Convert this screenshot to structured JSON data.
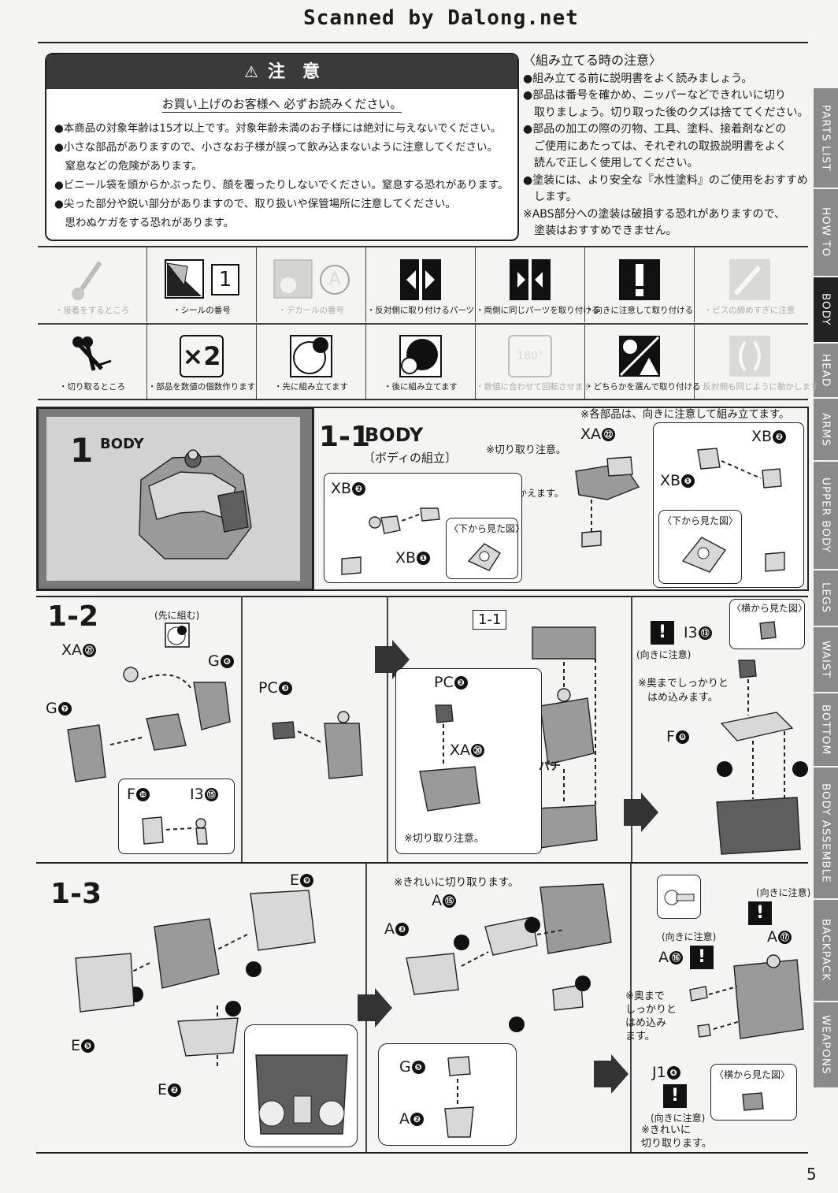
{
  "header": {
    "scan_credit": "Scanned by Dalong.net"
  },
  "caution": {
    "title": "注　意",
    "subtitle": "お買い上げのお客様へ 必ずお読みください。",
    "items": [
      "●本商品の対象年齢は15才以上です。対象年齢未満のお子様には絶対に与えないでください。",
      "●小さな部品がありますので、小さなお子様が誤って飲み込まないように注意してください。",
      "　窒息などの危険があります。",
      "●ビニール袋を頭からかぶったり、顔を覆ったりしないでください。窒息する恐れがあります。",
      "●尖った部分や鋭い部分がありますので、取り扱いや保管場所に注意してください。",
      "　思わぬケガをする恐れがあります。"
    ]
  },
  "assembly_notes": {
    "title": "〈組み立てる時の注意〉",
    "lines": [
      "●組み立てる前に説明書をよく読みましょう。",
      "●部品は番号を確かめ、ニッパーなどできれいに切り",
      "　取りましょう。切り取った後のクズは捨ててください。",
      "●部品の加工の際の刃物、工具、塗料、接着剤などの",
      "　ご使用にあたっては、それぞれの取扱説明書をよく",
      "　読んで正しく使用してください。",
      "●塗装には、より安全な『水性塗料』のご使用をおすすめ",
      "　します。",
      "※ABS部分への塗装は破損する恐れがありますので、",
      "　塗装はおすすめできません。"
    ]
  },
  "side_tabs": [
    "PARTS LIST",
    "HOW TO",
    "BODY",
    "HEAD",
    "ARMS",
    "UPPER BODY",
    "LEGS",
    "WAIST",
    "BOTTOM",
    "BODY ASSEMBLE",
    "BACKPACK",
    "WEAPONS"
  ],
  "active_tab": "BODY",
  "legend": {
    "row1": [
      {
        "label": "・接着をするところ",
        "dim": true
      },
      {
        "label": "・シールの番号",
        "box": "1"
      },
      {
        "label": "・デカールの番号",
        "dim": true,
        "box": "A"
      },
      {
        "label": "・反対側に取り付けるパーツ"
      },
      {
        "label": "・両側に同じパーツを取り付ける"
      },
      {
        "label": "・向きに注意して取り付ける"
      },
      {
        "label": "・ビスの締めすぎに注意",
        "dim": true
      }
    ],
    "row2": [
      {
        "label": "・切り取るところ"
      },
      {
        "label": "・部品を数値の個数作ります",
        "mult": "×2"
      },
      {
        "label": "・先に組み立てます"
      },
      {
        "label": "・後に組み立てます"
      },
      {
        "label": "・数値に合わせて回転させます",
        "dim": true,
        "deg": "180°"
      },
      {
        "label": "・どちらかを選んで取り付ける"
      },
      {
        "label": "・反対側も同じように動かします",
        "dim": true
      }
    ]
  },
  "step1": {
    "num": "1",
    "name": "BODY"
  },
  "step1_1": {
    "num": "1-1",
    "name": "BODY",
    "sub": "〔ボディの組立〕",
    "note_top": "※各部品は、向きに注意して組み立てます。",
    "cut_note": "※切り取り注意。",
    "turn": "向きをかえます。",
    "view_bottom": "〈下から見た図〉",
    "view_bottom2": "〈下から見た図〉",
    "parts": {
      "xb2": "XB",
      "xb2n": "❷",
      "xb1": "XB",
      "xb1n": "❶",
      "xa22": "XA",
      "xa22n": "㉒"
    }
  },
  "step1_2": {
    "num": "1-2",
    "first": "(先に組む)",
    "xa21": "XA",
    "xa21n": "㉑",
    "g6": "G",
    "g6n": "❻",
    "g7": "G",
    "g7n": "❼",
    "pc3": "PC",
    "pc3n": "❸",
    "f10": "F",
    "f10n": "❿",
    "i315": "I3",
    "i315n": "⑮",
    "ref": "1-1",
    "pc2": "PC",
    "pc2n": "❷",
    "xa20": "XA",
    "xa20n": "⑳",
    "snap": "パチ",
    "cut_note": "※切り取り注意。",
    "caution": "(向きに注意)",
    "i313": "I3",
    "i313n": "⑬",
    "side_view": "〈横から見た図〉",
    "insert": "※奥までしっかりと",
    "insert2": "はめ込みます。",
    "f9": "F",
    "f9n": "❾"
  },
  "step1_3": {
    "num": "1-3",
    "e9": "E",
    "e9n": "❾",
    "e5": "E",
    "e5n": "❺",
    "e2": "E",
    "e2n": "❷",
    "clean_cut": "※きれいに切り取ります。",
    "a15": "A",
    "a15n": "⑮",
    "a3": "A",
    "a3n": "❸",
    "g5": "G",
    "g5n": "❺",
    "a2": "A",
    "a2n": "❷",
    "caution": "(向きに注意)",
    "caution2": "(向きに注意)",
    "caution3": "(向きに注意)",
    "a17": "A",
    "a17n": "⑰",
    "a16": "A",
    "a16n": "⑯",
    "insert": [
      "※奥まで",
      "しっかりと",
      "はめ込み",
      "ます。"
    ],
    "j14": "J1",
    "j14n": "❹",
    "side_view": "〈横から見た図〉",
    "clean_cut2": [
      "※きれいに",
      "切り取ります。"
    ]
  },
  "page_number": "5"
}
